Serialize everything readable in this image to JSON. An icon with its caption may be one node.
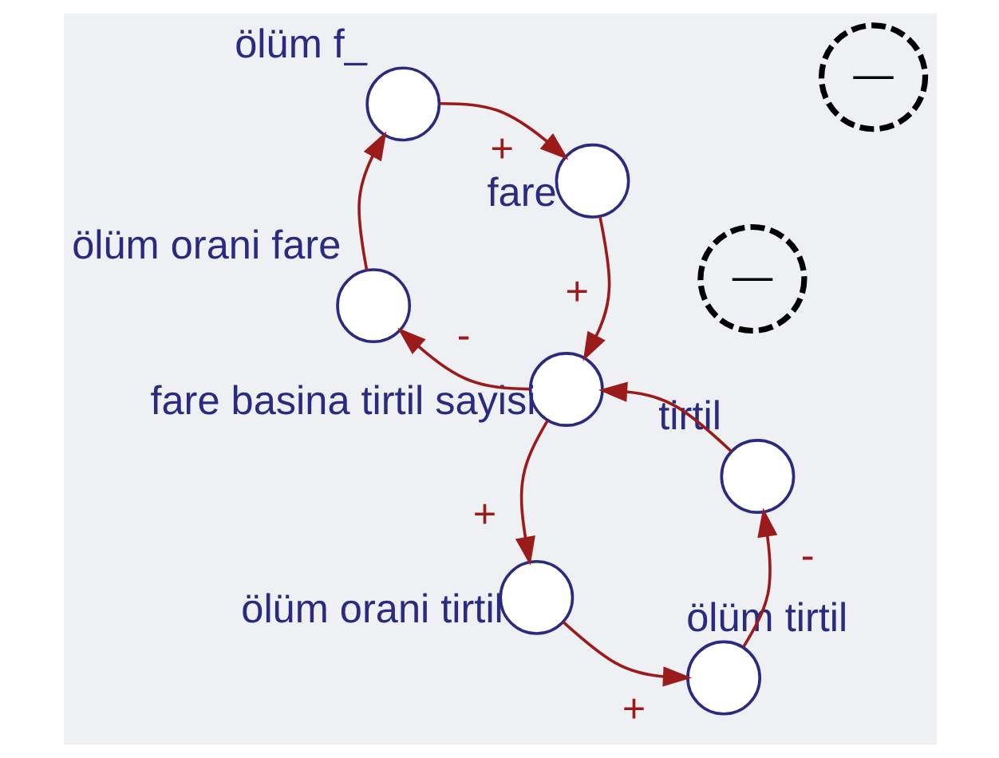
{
  "diagram": {
    "nodes": [
      {
        "text": [],
        "shape": "circle",
        "beside": [
          "fare"
        ]
      },
      {
        "text": [],
        "shape": "circle",
        "beside": [
          "ölüm f_"
        ]
      },
      {
        "text": [],
        "shape": "circle",
        "beside": [
          "ölüm orani tirtil"
        ]
      },
      {
        "text": [],
        "shape": "circle",
        "beside": [
          "fare basina tirtil sayisi"
        ]
      },
      {
        "text": [],
        "shape": "circle",
        "beside": [
          "ölüm orani fare"
        ]
      },
      {
        "text": [],
        "shape": "circle",
        "beside": [
          "ölüm tirtil"
        ]
      },
      {
        "text": [],
        "shape": "circle",
        "beside": [
          "tirtil"
        ]
      }
    ],
    "edges": [
      {
        "from": 1,
        "to": 0,
        "arrow": "to",
        "label": "+"
      },
      {
        "from": 0,
        "to": 3,
        "arrow": "to",
        "label": "+"
      },
      {
        "from": 3,
        "to": 4,
        "arrow": "to",
        "label": "-"
      },
      {
        "from": 4,
        "to": 1,
        "arrow": "to"
      },
      {
        "from": 3,
        "to": 2,
        "arrow": "to",
        "label": "+"
      },
      {
        "from": 2,
        "to": 5,
        "arrow": "to",
        "label": "+"
      },
      {
        "from": 5,
        "to": 6,
        "arrow": "to",
        "label": "-"
      },
      {
        "from": 6,
        "to": 3,
        "arrow": "to"
      }
    ],
    "labels": [
      "—",
      "—"
    ]
  }
}
